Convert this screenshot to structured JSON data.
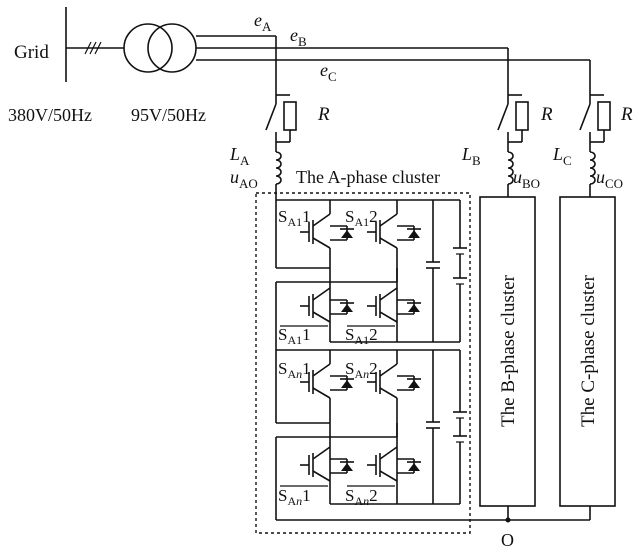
{
  "grid": {
    "label": "Grid",
    "voltage": "380V/50Hz"
  },
  "transformer": {
    "voltage": "95V/50Hz",
    "slash_marks": "///"
  },
  "phases": {
    "A": {
      "e": "e",
      "e_sub": "A",
      "L": "L",
      "L_sub": "A",
      "u": "u",
      "u_sub": "AO",
      "R": "R"
    },
    "B": {
      "e": "e",
      "e_sub": "B",
      "L": "L",
      "L_sub": "B",
      "u": "u",
      "u_sub": "BO",
      "R": "R"
    },
    "C": {
      "e": "e",
      "e_sub": "C",
      "L": "L",
      "L_sub": "C",
      "u": "u",
      "u_sub": "CO",
      "R": "R"
    }
  },
  "clusters": {
    "A": "The A-phase cluster",
    "B": "The B-phase cluster",
    "C": "The C-phase cluster"
  },
  "switches": {
    "S": "S",
    "mod1": {
      "sub": "A1",
      "left": "1",
      "right": "2"
    },
    "modn": {
      "sub": "An",
      "sub_base": "A",
      "sub_italic": "n",
      "left": "1",
      "right": "2"
    }
  },
  "neutral": "O"
}
